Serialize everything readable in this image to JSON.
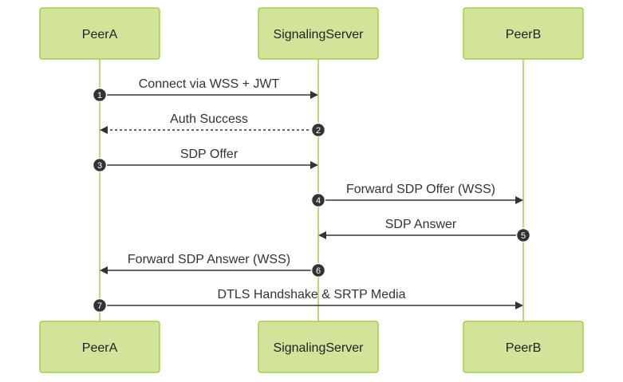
{
  "diagram": {
    "type": "sequence",
    "participants": [
      "PeerA",
      "SignalingServer",
      "PeerB"
    ],
    "colors": {
      "actor_fill": "#d1e49a",
      "actor_border": "#a3ce4c",
      "lifeline": "#a3ce4c",
      "message": "#333333"
    },
    "messages": [
      {
        "number": "1",
        "from": "PeerA",
        "to": "SignalingServer",
        "label": "Connect via WSS + JWT",
        "style": "solid"
      },
      {
        "number": "2",
        "from": "SignalingServer",
        "to": "PeerA",
        "label": "Auth Success",
        "style": "dashed"
      },
      {
        "number": "3",
        "from": "PeerA",
        "to": "SignalingServer",
        "label": "SDP Offer",
        "style": "solid"
      },
      {
        "number": "4",
        "from": "SignalingServer",
        "to": "PeerB",
        "label": "Forward SDP Offer (WSS)",
        "style": "solid"
      },
      {
        "number": "5",
        "from": "PeerB",
        "to": "SignalingServer",
        "label": "SDP Answer",
        "style": "solid"
      },
      {
        "number": "6",
        "from": "SignalingServer",
        "to": "PeerA",
        "label": "Forward SDP Answer (WSS)",
        "style": "solid"
      },
      {
        "number": "7",
        "from": "PeerA",
        "to": "PeerB",
        "label": "DTLS Handshake & SRTP Media",
        "style": "solid"
      }
    ]
  }
}
